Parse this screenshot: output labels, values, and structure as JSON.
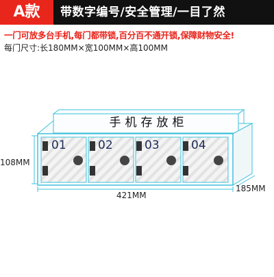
{
  "header": {
    "badge": "A款",
    "title": "带数字编号/安全管理/一目了然"
  },
  "slogan": "一门可放多台手机,每门都带锁,百分百不通开锁,保障财物安全!",
  "dimensions_text": "每门尺寸:长180MM×宽100MM×高100MM",
  "cabinet": {
    "label": "手机存放柜",
    "height_label": "108MM",
    "width_label": "421MM",
    "depth_label": "185MM",
    "doors": [
      {
        "number": "01"
      },
      {
        "number": "02"
      },
      {
        "number": "03"
      },
      {
        "number": "04"
      }
    ]
  },
  "colors": {
    "badge": "#e9261c",
    "header_bg": "#111111",
    "slogan": "#e8231a",
    "frame": "#3ec1dc",
    "door_num": "#1e2a57"
  }
}
